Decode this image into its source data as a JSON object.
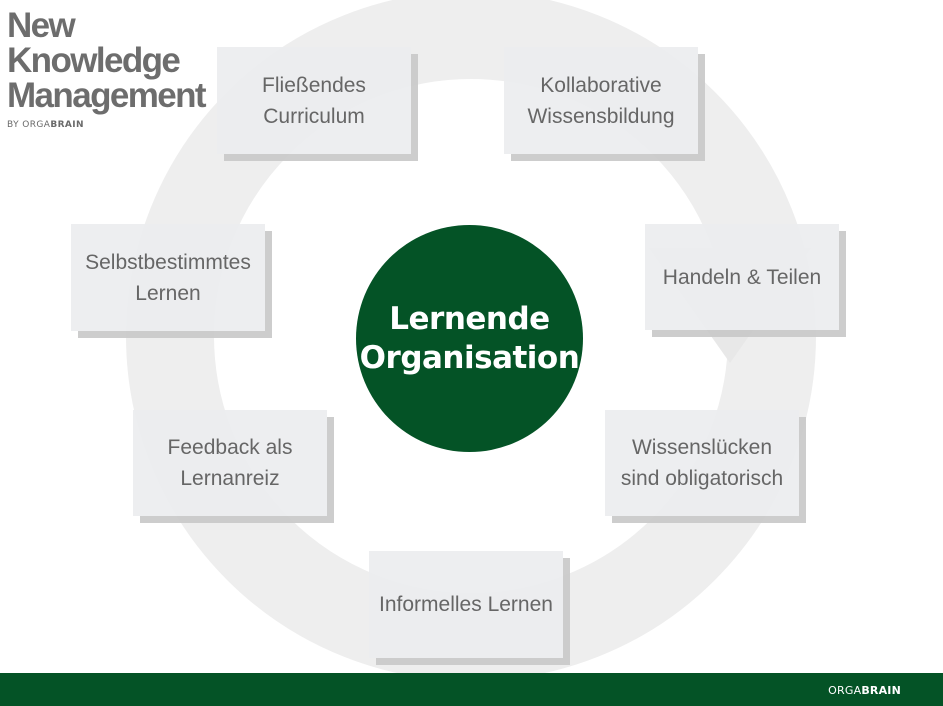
{
  "brand": {
    "title_lines": [
      "New",
      "Knowledge",
      "Management"
    ],
    "byline_prefix": "BY ORGA",
    "byline_bold": "BRAIN"
  },
  "center": {
    "label": "Lernende\nOrganisation",
    "color": "#045326"
  },
  "cycle_items": [
    {
      "label": "Fließendes\nCurriculum"
    },
    {
      "label": "Kollaborative\nWissensbildung"
    },
    {
      "label": "Handeln & Teilen"
    },
    {
      "label": "Wissenslücken\nsind obligatorisch"
    },
    {
      "label": "Informelles Lernen"
    },
    {
      "label": "Feedback als\nLernanreiz"
    },
    {
      "label": "Selbstbestimmtes\nLernen"
    }
  ],
  "footer": {
    "brand_prefix": "ORGA",
    "brand_bold": "BRAIN",
    "color": "#045326"
  }
}
